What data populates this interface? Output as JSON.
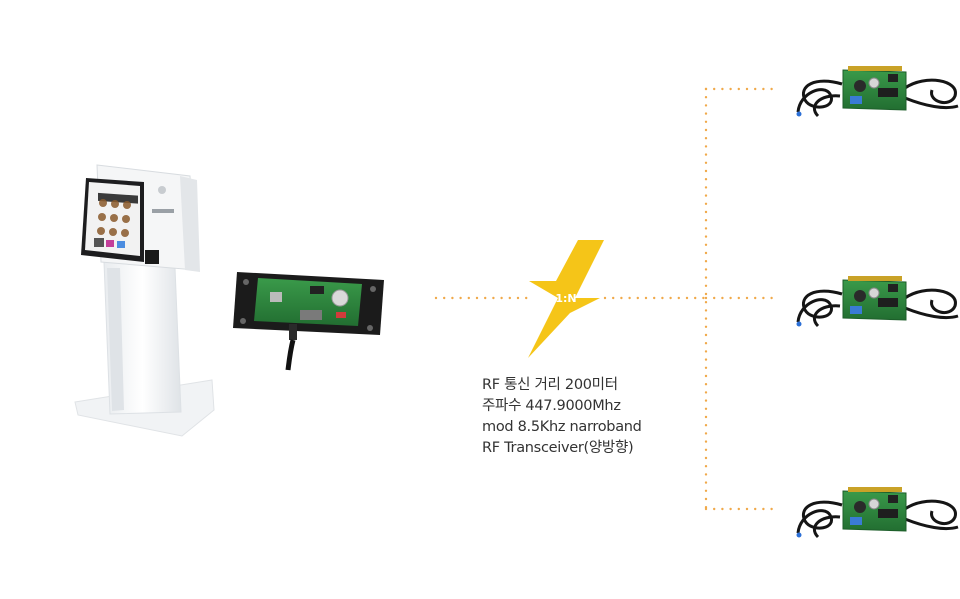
{
  "link": {
    "ratio_label": "1:N",
    "accent_color": "#F5C518",
    "dot_color": "#F0A94A"
  },
  "specs": [
    "RF 통신 거리 200미터",
    "주파수 447.9000Mhz",
    "mod 8.5Khz narroband",
    "RF Transceiver(양방향)"
  ],
  "devices": {
    "kiosk": "kiosk-terminal",
    "transmitter": "rf-transmitter-board",
    "receivers": [
      "rf-receiver-board",
      "rf-receiver-board",
      "rf-receiver-board"
    ]
  }
}
